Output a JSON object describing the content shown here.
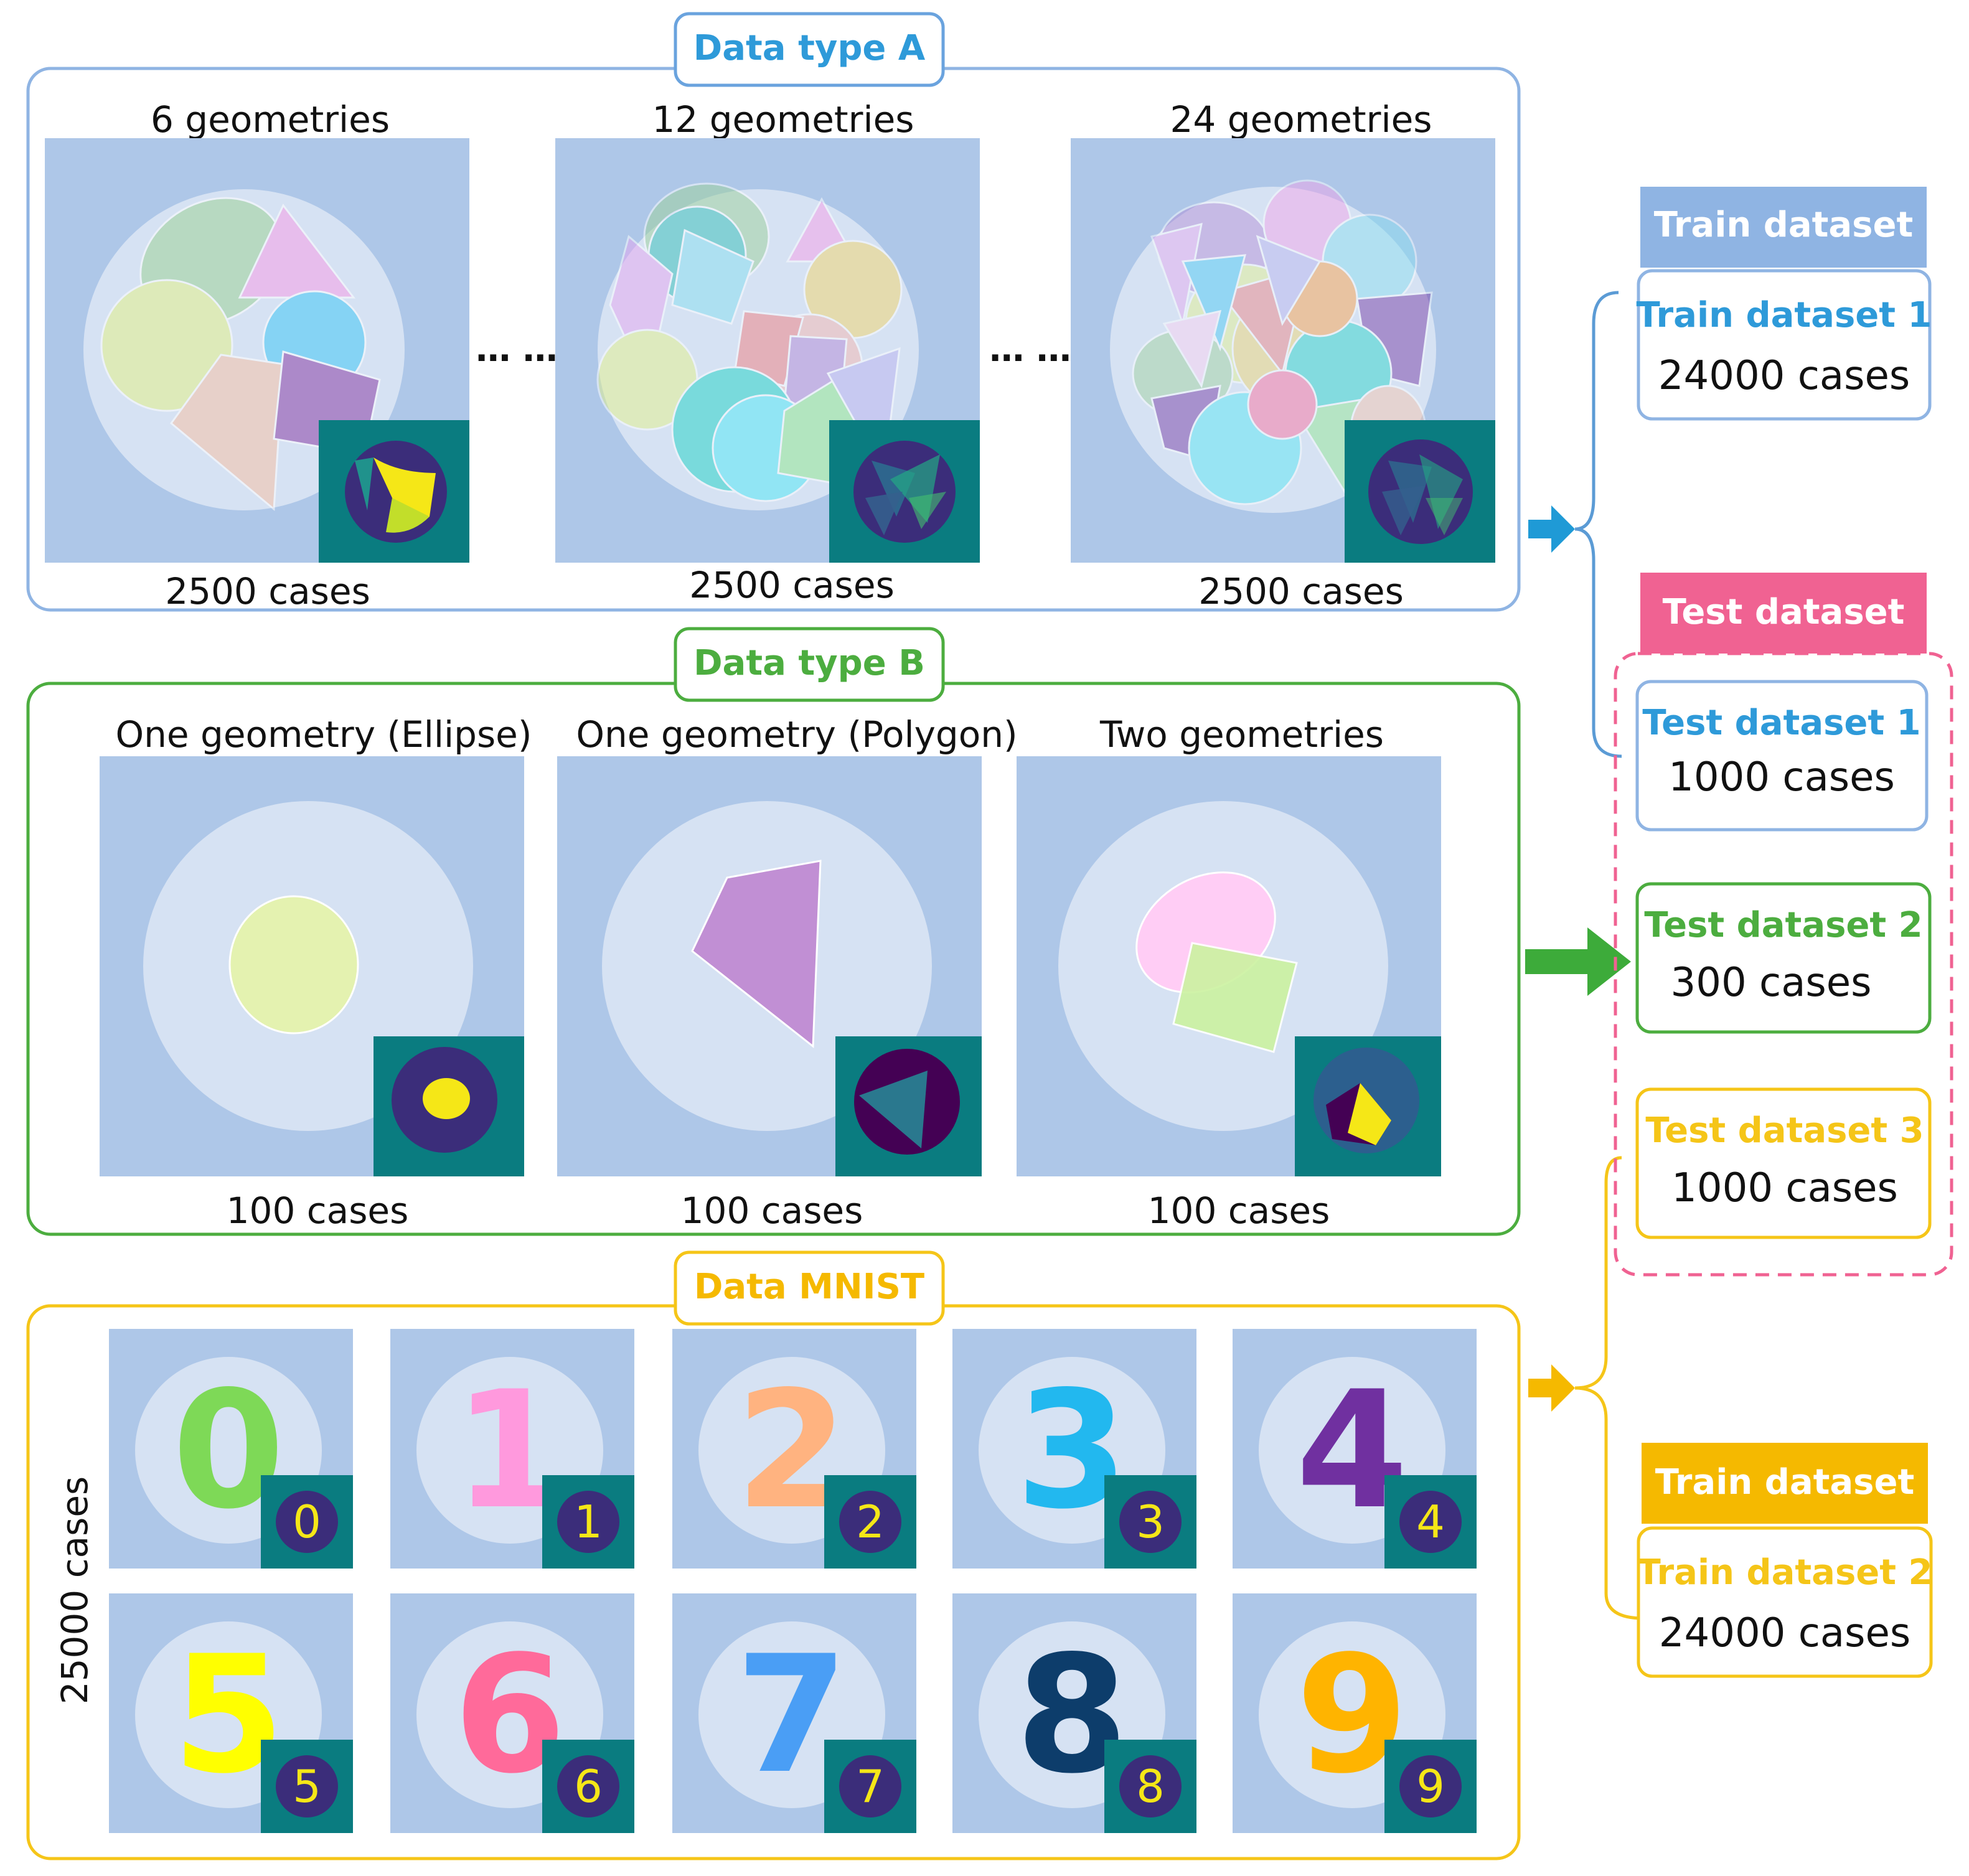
{
  "colors": {
    "blue": "#5b9bd5",
    "blue_text": "#2e9ad9",
    "green": "#4cad3f",
    "gold": "#f5b900",
    "pink": "#f06292",
    "panel_bg": "#aec7e8",
    "circle_bg": "#d6e2f3",
    "inset_bg": "#0a7c80",
    "inset_disk": "#3b2d7a",
    "viridis_yellow": "#f5e717"
  },
  "data_type_a": {
    "title": "Data type A",
    "panels": [
      {
        "label": "6 geometries",
        "cases": "2500 cases"
      },
      {
        "label": "12 geometries",
        "cases": "2500 cases"
      },
      {
        "label": "24 geometries",
        "cases": "2500 cases"
      }
    ],
    "ellipsis": "… …"
  },
  "data_type_b": {
    "title": "Data type B",
    "panels": [
      {
        "label": "One geometry (Ellipse)",
        "cases": "100 cases"
      },
      {
        "label": "One geometry (Polygon)",
        "cases": "100 cases"
      },
      {
        "label": "Two geometries",
        "cases": "100 cases"
      }
    ]
  },
  "data_mnist": {
    "title": "Data MNIST",
    "side_label": "25000 cases",
    "digits": [
      {
        "digit": "0",
        "color": "#7ed957"
      },
      {
        "digit": "1",
        "color": "#ff99dd"
      },
      {
        "digit": "2",
        "color": "#ffb380"
      },
      {
        "digit": "3",
        "color": "#22b8ef"
      },
      {
        "digit": "4",
        "color": "#7030a0"
      },
      {
        "digit": "5",
        "color": "#ffff00"
      },
      {
        "digit": "6",
        "color": "#ff6a9a"
      },
      {
        "digit": "7",
        "color": "#4a9ef5"
      },
      {
        "digit": "8",
        "color": "#0d3d6b"
      },
      {
        "digit": "9",
        "color": "#ffb400"
      }
    ]
  },
  "right_panel": {
    "train_header_1": "Train dataset",
    "train1": {
      "title": "Train dataset 1",
      "cases": "24000 cases"
    },
    "test_header": "Test dataset",
    "test1": {
      "title": "Test dataset 1",
      "cases": "1000 cases"
    },
    "test2": {
      "title": "Test dataset 2",
      "cases": "300 cases"
    },
    "test3": {
      "title": "Test dataset 3",
      "cases": "1000 cases"
    },
    "train_header_2": "Train dataset",
    "train2": {
      "title": "Train dataset 2",
      "cases": "24000 cases"
    }
  }
}
